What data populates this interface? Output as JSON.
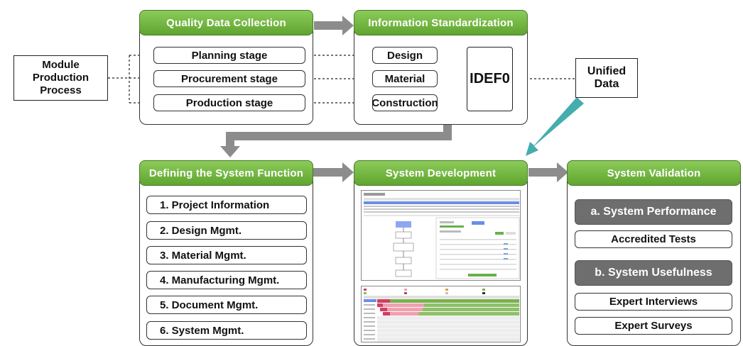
{
  "module": "Module\nProduction\nProcess",
  "unified": "Unified\nData",
  "panels": {
    "collection": {
      "title": "Quality Data Collection",
      "items": [
        "Planning stage",
        "Procurement stage",
        "Production stage"
      ]
    },
    "standardization": {
      "title": "Information Standardization",
      "items": [
        "Design",
        "Material",
        "Construction"
      ],
      "idef": "IDEF0"
    },
    "function": {
      "title": "Defining the System Function",
      "items": [
        "1. Project Information",
        "2. Design Mgmt.",
        "3. Material Mgmt.",
        "4. Manufacturing Mgmt.",
        "5. Document Mgmt.",
        "6. System Mgmt."
      ]
    },
    "development": {
      "title": "System Development"
    },
    "validation": {
      "title": "System Validation",
      "performance": "a. System Performance",
      "accredited": "Accredited Tests",
      "usefulness": "b. System Usefulness",
      "interviews": "Expert Interviews",
      "surveys": "Expert Surveys"
    }
  },
  "colors": {
    "header_green": "#6db33f",
    "gray_arrow": "#8c8c8c",
    "gray_box": "#6e6e6e"
  }
}
